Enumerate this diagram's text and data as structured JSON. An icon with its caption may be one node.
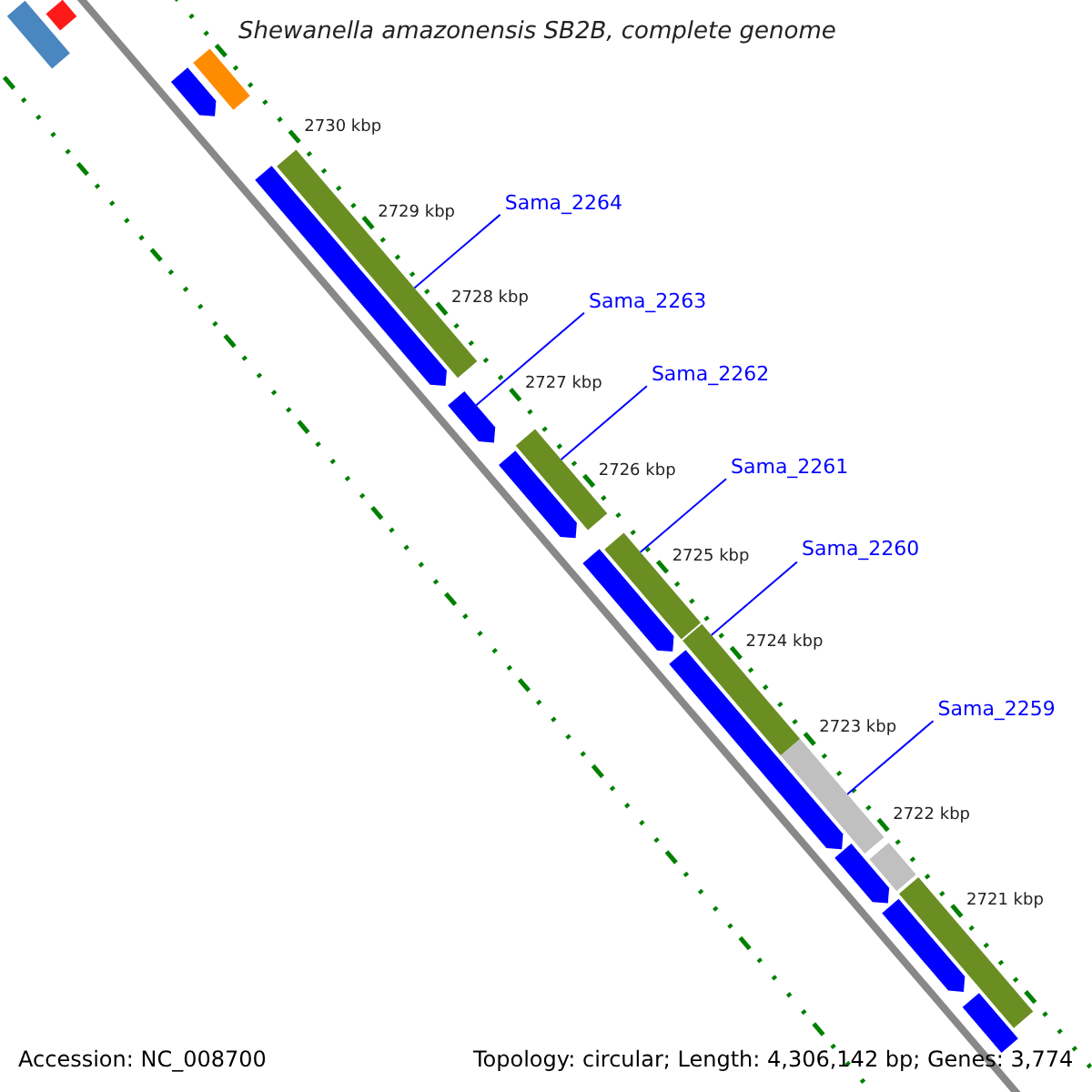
{
  "diagram": {
    "title": "Shewanella amazonensis SB2B, complete genome",
    "nodes": [
      {
        "text": [
          "Sama_2264"
        ]
      },
      {
        "text": [
          "Sama_2263"
        ]
      },
      {
        "text": [
          "Sama_2262"
        ]
      },
      {
        "text": [
          "Sama_2261"
        ]
      },
      {
        "text": [
          "Sama_2260"
        ]
      },
      {
        "text": [
          "Sama_2259"
        ]
      },
      {
        "text": [],
        "shape": "bar"
      },
      {
        "text": [],
        "shape": "bar"
      },
      {
        "text": [],
        "shape": "bar"
      },
      {
        "text": [],
        "shape": "bar"
      },
      {
        "text": [],
        "shape": "bar"
      },
      {
        "text": [],
        "shape": "bar"
      },
      {
        "text": [],
        "shape": "bar"
      },
      {
        "text": [],
        "shape": "bar"
      },
      {
        "text": [],
        "shape": "bar"
      },
      {
        "text": [],
        "shape": "bar"
      },
      {
        "text": [],
        "shape": "bar"
      },
      {
        "text": [],
        "shape": "bar"
      },
      {
        "text": [],
        "shape": "bar"
      },
      {
        "text": [],
        "shape": "bar"
      },
      {
        "text": [],
        "shape": "bar"
      },
      {
        "text": [],
        "shape": "bar"
      },
      {
        "text": [],
        "shape": "bar"
      },
      {
        "text": [],
        "shape": "bar"
      },
      {
        "text": [],
        "shape": "bar"
      }
    ],
    "edges": [
      {
        "from": 0,
        "to": 11,
        "arrow": "none"
      },
      {
        "from": 1,
        "to": 12,
        "arrow": "none"
      },
      {
        "from": 2,
        "to": 13,
        "arrow": "none"
      },
      {
        "from": 3,
        "to": 16,
        "arrow": "none"
      },
      {
        "from": 4,
        "to": 17,
        "arrow": "none"
      },
      {
        "from": 5,
        "to": 19,
        "arrow": "none"
      }
    ],
    "labels": [
      "2730 kbp",
      "2729 kbp",
      "2728 kbp",
      "2727 kbp",
      "2726 kbp",
      "2725 kbp",
      "2724 kbp",
      "2723 kbp",
      "2722 kbp",
      "2721 kbp",
      "Accession: NC_008700",
      "Topology: circular; Length: 4,306,142 bp; Genes: 3,774"
    ]
  }
}
